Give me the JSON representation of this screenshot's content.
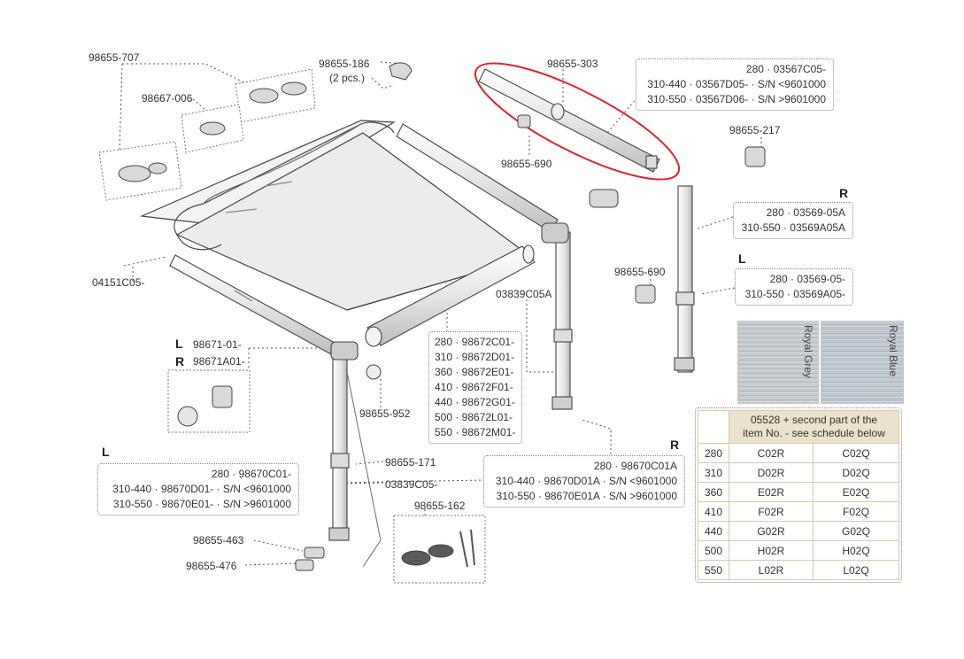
{
  "parts": {
    "p98655_707": "98655-707",
    "p98667_006": "98667-006",
    "p98655_186": "98655-186",
    "p98655_186_qty": "(2 pcs.)",
    "p98655_303": "98655-303",
    "p98655_690_top": "98655-690",
    "p98655_217": "98655-217",
    "p04151C05": "04151C05-",
    "p03839C05A": "03839C05A",
    "p98655_690_mid": "98655-690",
    "p98655_952": "98655-952",
    "p98655_171": "98655-171",
    "p03839C05": "03839C05-",
    "p98655_162": "98655-162",
    "p98655_463": "98655-463",
    "p98655_476": "98655-476"
  },
  "sides": {
    "r_top": "R",
    "l_upper": "L",
    "l_left": "L",
    "r_left": "R",
    "l_bottom": "L",
    "r_bottom": "R"
  },
  "boxes": {
    "front_bar": [
      "280 · 03567C05-",
      "310-440 · 03567D05- · S/N <9601000",
      "310-550 · 03567D06- · S/N >9601000"
    ],
    "leg_right_r": [
      "280 · 03569-05A",
      "310-550 · 03569A05A"
    ],
    "leg_right_l": [
      "280 · 03569-05-",
      "310-550 · 03569A05-"
    ],
    "bracket": [
      "98671-01-",
      "98671A01-"
    ],
    "roller": [
      "280 · 98672C01-",
      "310 · 98672D01-",
      "360 · 98672E01-",
      "410 · 98672F01-",
      "440 · 98672G01-",
      "500 · 98672L01-",
      "550 · 98672M01-"
    ],
    "case_l": [
      "280 · 98670C01-",
      "310-440 · 98670D01- · S/N <9601000",
      "310-550 · 98670E01- · S/N >9601000"
    ],
    "case_r": [
      "280 · 98670C01A",
      "310-440 · 98670D01A · S/N <9601000",
      "310-550 · 98670E01A · S/N >9601000"
    ]
  },
  "fabrics": {
    "royal_grey": "Royal Grey",
    "royal_blue": "Royal Blue",
    "grey_color": "#a9b0b6",
    "blue_color": "#a3adb6"
  },
  "schedule": {
    "header_line1": "05528 + second part of the",
    "header_line2": "item No. - see schedule below",
    "rows": [
      {
        "size": "280",
        "grey": "C02R",
        "blue": "C02Q"
      },
      {
        "size": "310",
        "grey": "D02R",
        "blue": "D02Q"
      },
      {
        "size": "360",
        "grey": "E02R",
        "blue": "E02Q"
      },
      {
        "size": "410",
        "grey": "F02R",
        "blue": "F02Q"
      },
      {
        "size": "440",
        "grey": "G02R",
        "blue": "G02Q"
      },
      {
        "size": "500",
        "grey": "H02R",
        "blue": "H02Q"
      },
      {
        "size": "550",
        "grey": "L02R",
        "blue": "L02Q"
      }
    ]
  },
  "colors": {
    "highlight": "#d9262c",
    "outline": "#444444",
    "leader": "#555555",
    "tube_fill": "#e9e9e9",
    "fabric_fill": "#eeeeee"
  }
}
